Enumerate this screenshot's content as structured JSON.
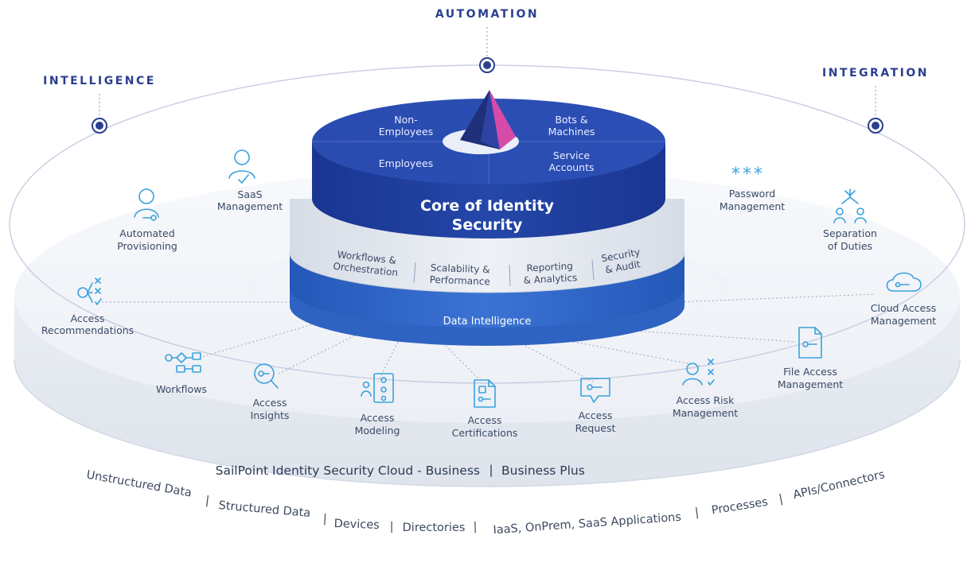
{
  "pillars": {
    "automation": "AUTOMATION",
    "intelligence": "INTELLIGENCE",
    "integration": "INTEGRATION"
  },
  "core": {
    "segments": {
      "non_employees": [
        "Non-",
        "Employees"
      ],
      "bots_machines": [
        "Bots &",
        "Machines"
      ],
      "employees": "Employees",
      "service_accounts": [
        "Service",
        "Accounts"
      ]
    },
    "title": [
      "Core of Identity",
      "Security"
    ]
  },
  "services_band": [
    [
      "Workflows &",
      "Orchestration"
    ],
    [
      "Scalability &",
      "Performance"
    ],
    [
      "Reporting",
      "& Analytics"
    ],
    [
      "Security",
      "& Audit"
    ]
  ],
  "data_intelligence": "Data Intelligence",
  "capabilities": {
    "saas_management": [
      "SaaS",
      "Management"
    ],
    "automated_provisioning": [
      "Automated",
      "Provisioning"
    ],
    "access_recommendations": [
      "Access",
      "Recommendations"
    ],
    "workflows": [
      "Workflows"
    ],
    "access_insights": [
      "Access",
      "Insights"
    ],
    "access_modeling": [
      "Access",
      "Modeling"
    ],
    "access_certifications": [
      "Access",
      "Certifications"
    ],
    "access_request": [
      "Access",
      "Request"
    ],
    "access_risk_management": [
      "Access Risk",
      "Management"
    ],
    "file_access_management": [
      "File Access",
      "Management"
    ],
    "cloud_access_management": [
      "Cloud Access",
      "Management"
    ],
    "separation_of_duties": [
      "Separation",
      "of Duties"
    ],
    "password_management": [
      "Password",
      "Management"
    ],
    "password_icon_text": "***"
  },
  "cloud_tier": {
    "business": "SailPoint Identity Security Cloud - Business",
    "separator": "|",
    "business_plus": "Business Plus"
  },
  "sources": {
    "unstructured": "Unstructured Data",
    "structured": "Structured Data",
    "devices": "Devices",
    "directories": "Directories",
    "apps": "IaaS, OnPrem, SaaS Applications",
    "processes": "Processes",
    "apis": "APIs/Connectors",
    "separator": "|"
  },
  "colors": {
    "pillar_text": "#2a3f8f",
    "core_dark": "#1e3a9a",
    "core_mid": "#2d52b8",
    "band_blue": "#2f63c2",
    "icon_blue": "#3aa2dd",
    "accent_pink": "#d64aa8"
  }
}
